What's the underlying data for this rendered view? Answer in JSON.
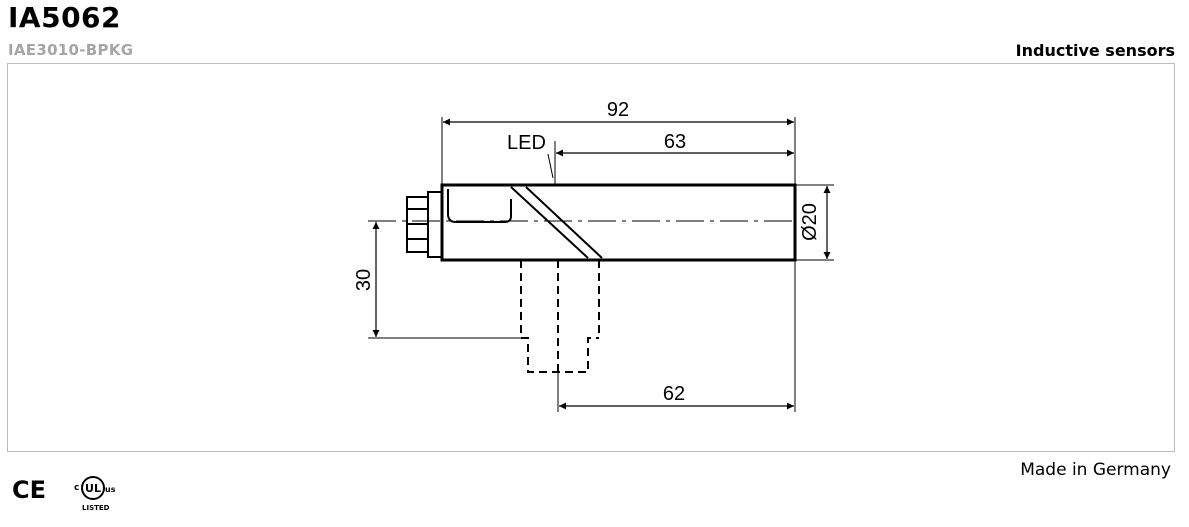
{
  "header": {
    "product_code": "IA5062",
    "article_code": "IAE3010-BPKG",
    "category": "Inductive sensors"
  },
  "drawing": {
    "dimensions": {
      "overall_length": "92",
      "sensing_length": "63",
      "diameter": "Ø20",
      "offset_height": "30",
      "lower_length": "62"
    },
    "labels": {
      "led": "LED"
    }
  },
  "certifications": {
    "ce_mark": "CE",
    "ul_c": "c",
    "ul_mark": "UL",
    "ul_us": "us",
    "ul_listed": "LISTED"
  },
  "footer": {
    "origin": "Made in Germany"
  }
}
